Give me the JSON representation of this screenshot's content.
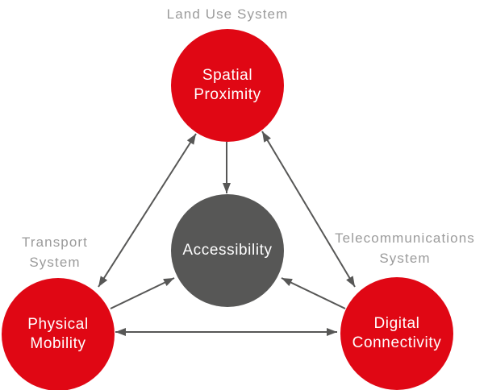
{
  "diagram": {
    "nodes": {
      "spatial": {
        "label": "Spatial\nProximity"
      },
      "accessibility": {
        "label": "Accessibility"
      },
      "physical": {
        "label": "Physical\nMobility"
      },
      "digital": {
        "label": "Digital\nConnectivity"
      }
    },
    "system_labels": {
      "land_use": "Land Use System",
      "transport": "Transport\nSystem",
      "telecommunications": "Telecommunications\nSystem"
    },
    "colors": {
      "node_red": "#e00714",
      "node_dark_gray": "#575756",
      "label_gray": "#9b9b9b",
      "arrow_gray": "#575756",
      "node_text": "#ffffff",
      "background": "#ffffff"
    }
  }
}
